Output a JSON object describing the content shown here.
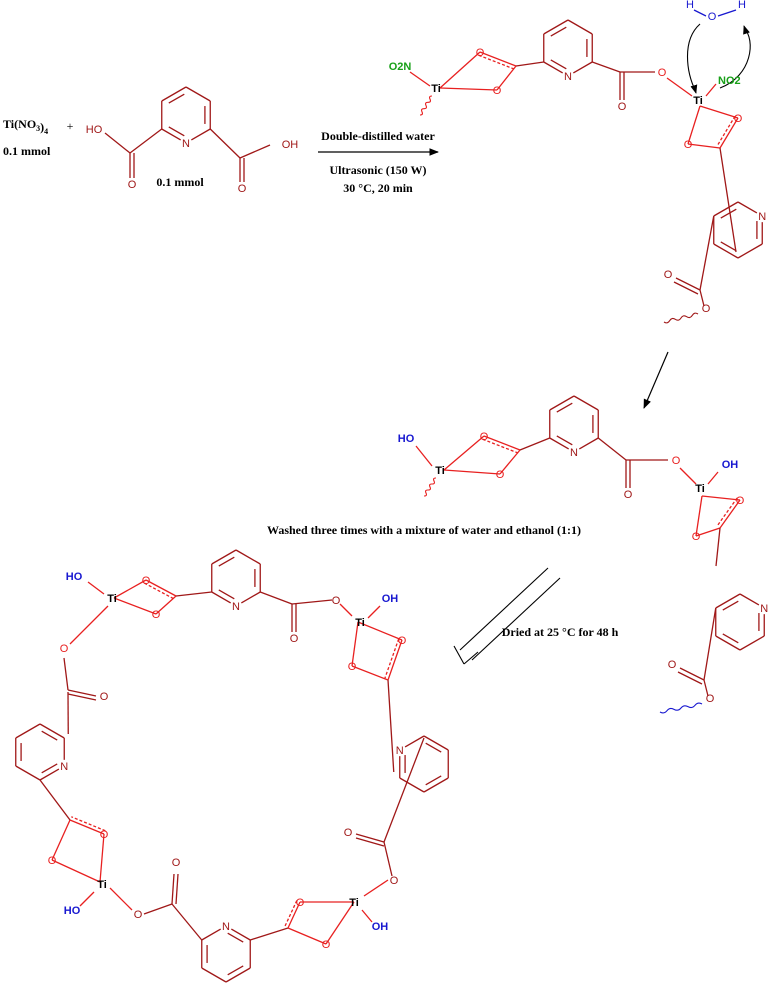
{
  "reactants": {
    "metal_salt": "Ti(NO3)4",
    "metal_salt_amount": "0.1 mmol",
    "plus_sign": "+",
    "ligand_amount": "0.1 mmol",
    "ligand_atoms": {
      "hydroxyl": "HO",
      "hydroxyl_right": "OH",
      "oxygen": "O",
      "nitrogen": "N"
    }
  },
  "step1": {
    "solvent": "Double-distilled water",
    "energy": "Ultrasonic (150 W)",
    "conditions": "30 °C, 20 min"
  },
  "step2": {
    "wash": "Washed three times with a mixture of water and ethanol (1:1)"
  },
  "step3": {
    "drying": "Dried at 25 °C for 48 h"
  },
  "atoms": {
    "titanium": "Ti",
    "oxygen": "O",
    "nitrogen": "N",
    "hydroxyl": "OH",
    "hydroxyl_left": "HO",
    "nitro": "NO2",
    "nitro_left": "O2N",
    "hydrogen": "H"
  },
  "colors": {
    "ligand": "#a01818",
    "coordination": "#e82020",
    "nitro": "#18a018",
    "hydroxyl": "#1818d0",
    "text": "#000000"
  }
}
